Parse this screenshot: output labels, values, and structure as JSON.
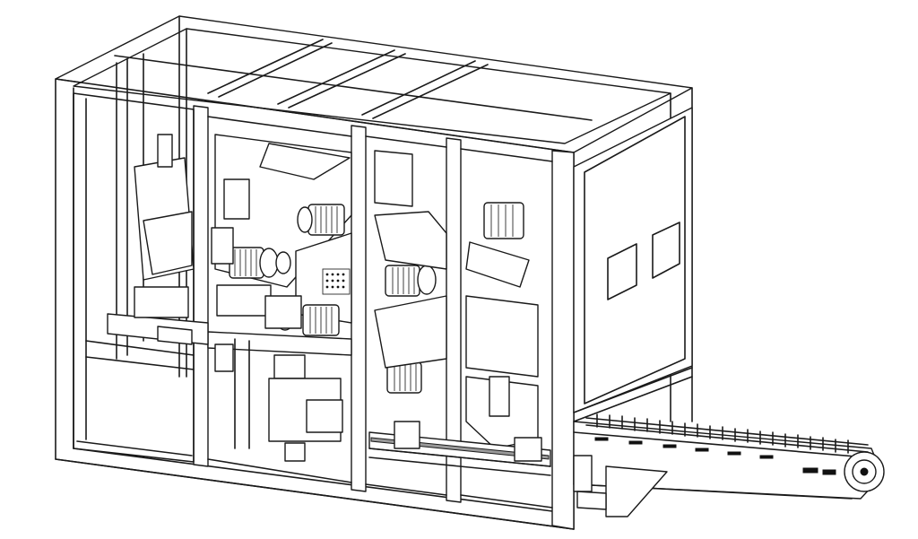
{
  "drawing": {
    "kind": "isometric line drawing of an industrial machine",
    "colors": {
      "line": "#1a1a1a",
      "background": "#ffffff",
      "shade": "#111111"
    },
    "components": [
      "frame-structure",
      "side-panel",
      "inspection-windows",
      "motor-assemblies",
      "linear-rail",
      "chain-conveyor"
    ]
  }
}
